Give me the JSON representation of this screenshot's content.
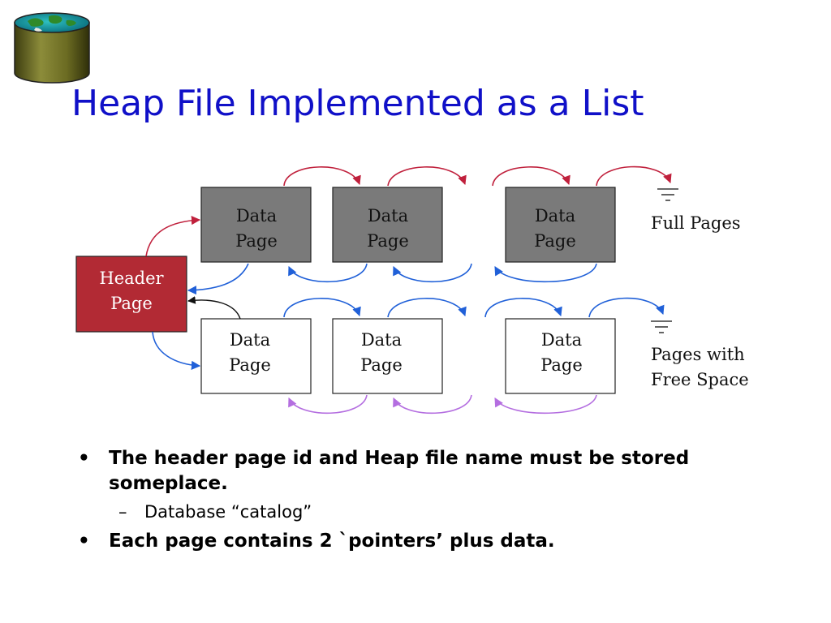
{
  "slide": {
    "title": "Heap File Implemented as a List"
  },
  "diagram": {
    "header_label": [
      "Header",
      "Page"
    ],
    "full_pages": [
      {
        "line1": "Data",
        "line2": "Page"
      },
      {
        "line1": "Data",
        "line2": "Page"
      },
      {
        "line1": "Data",
        "line2": "Page"
      }
    ],
    "free_pages": [
      {
        "line1": "Data",
        "line2": "Page"
      },
      {
        "line1": "Data",
        "line2": "Page"
      },
      {
        "line1": "Data",
        "line2": "Page"
      }
    ],
    "full_label": "Full Pages",
    "free_label": [
      "Pages with",
      "Free Space"
    ]
  },
  "bullets": [
    {
      "level": 1,
      "marker": "•",
      "text": "The header page id and Heap file name must be stored someplace."
    },
    {
      "level": 2,
      "marker": "–",
      "text": "Database “catalog”"
    },
    {
      "level": 1,
      "marker": "•",
      "text": "Each page contains 2 `pointers’ plus data."
    }
  ],
  "colors": {
    "title": "#1010c8",
    "header_fill": "#b22a34",
    "full_fill": "#7a7a7a",
    "forward_arrow": "#c0203c",
    "back_arrow": "#2060d8",
    "free_back_arrow": "#b46ee0"
  },
  "icons": {
    "logo": "database-globe-icon",
    "terminator": "ground-icon"
  }
}
